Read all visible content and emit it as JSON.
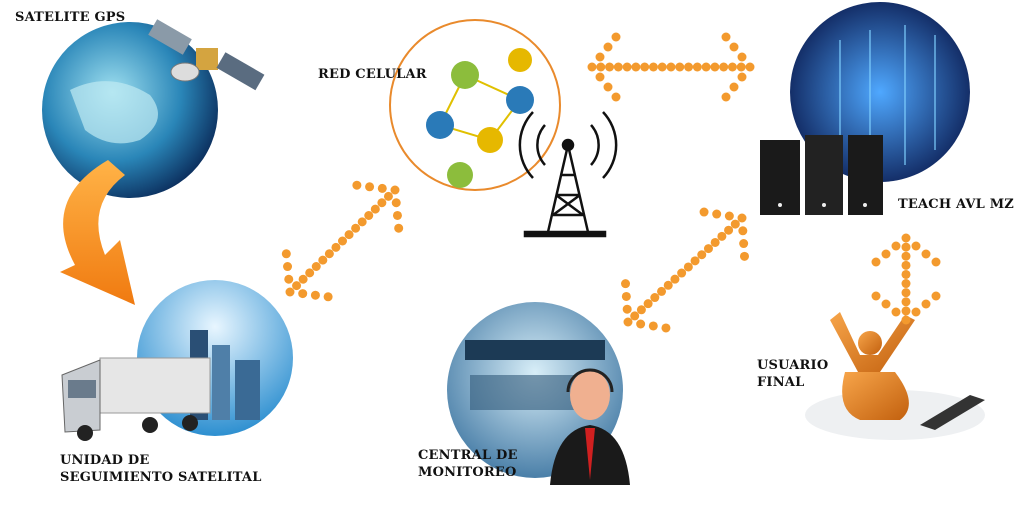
{
  "labels": {
    "satellite": "SATELITE GPS",
    "cellular": "RED CELULAR",
    "server": "TEACH AVL MZ",
    "tracking_line1": "UNIDAD DE",
    "tracking_line2": "SEGUIMIENTO SATELITAL",
    "monitoring_line1": "CENTRAL DE",
    "monitoring_line2": "MONITOREO",
    "user_line1": "USUARIO",
    "user_line2": "FINAL"
  },
  "colors": {
    "arrow": "#f39a2e",
    "text": "#111111"
  }
}
